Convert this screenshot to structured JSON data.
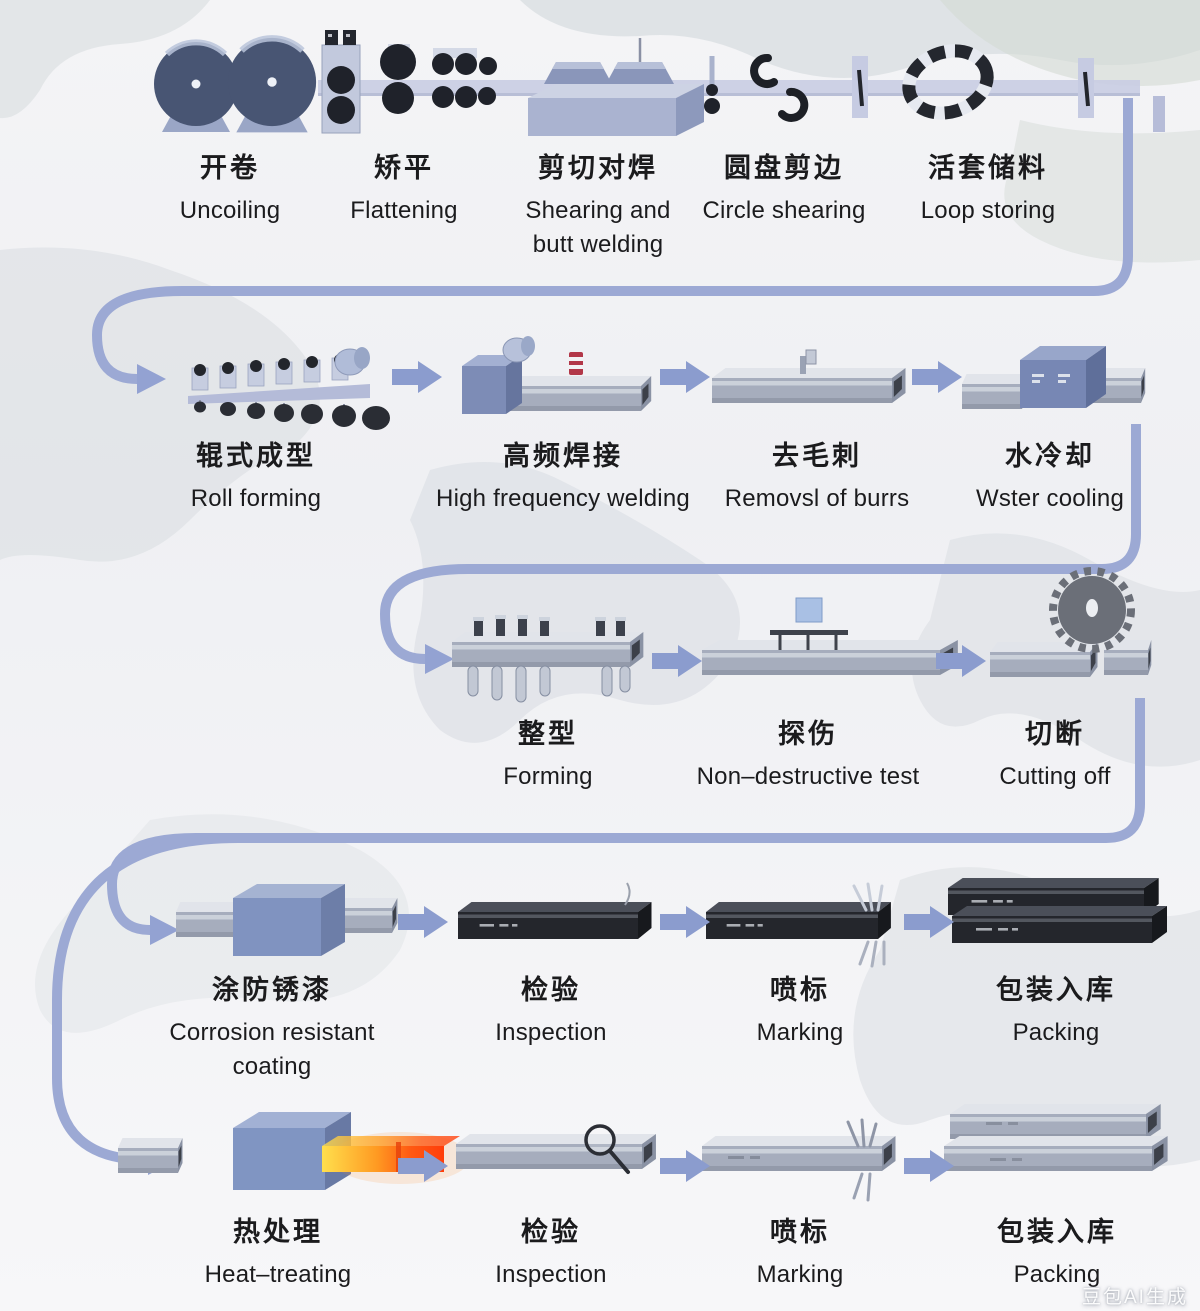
{
  "watermark": "豆包AI生成",
  "colors": {
    "flow_line": "#9ca9d4",
    "block_arrow": "#8b9cce",
    "text": "#1b1b1d",
    "machine_blue": "#8093c0",
    "hot_glow": "#ff5a12"
  },
  "steps": {
    "uncoiling": {
      "zh": "开卷",
      "en": "Uncoiling"
    },
    "flattening": {
      "zh": "矫平",
      "en": "Flattening"
    },
    "shearing_butt_welding": {
      "zh": "剪切对焊",
      "en": "Shearing and butt welding"
    },
    "circle_shearing": {
      "zh": "圆盘剪边",
      "en": "Circle shearing"
    },
    "loop_storing": {
      "zh": "活套储料",
      "en": "Loop storing"
    },
    "roll_forming": {
      "zh": "辊式成型",
      "en": "Roll forming"
    },
    "high_frequency_welding": {
      "zh": "高频焊接",
      "en": "High frequency welding"
    },
    "removal_of_burrs": {
      "zh": "去毛刺",
      "en": "Removsl of burrs"
    },
    "water_cooling": {
      "zh": "水冷却",
      "en": "Wster cooling"
    },
    "forming": {
      "zh": "整型",
      "en": "Forming"
    },
    "ndt": {
      "zh": "探伤",
      "en": "Non–destructive test"
    },
    "cutting_off": {
      "zh": "切断",
      "en": "Cutting off"
    },
    "corrosion_coating": {
      "zh": "涂防锈漆",
      "en": "Corrosion resistant coating"
    },
    "inspection1": {
      "zh": "检验",
      "en": "Inspection"
    },
    "marking1": {
      "zh": "喷标",
      "en": "Marking"
    },
    "packing1": {
      "zh": "包装入库",
      "en": "Packing"
    },
    "heat_treating": {
      "zh": "热处理",
      "en": "Heat–treating"
    },
    "inspection2": {
      "zh": "检验",
      "en": "Inspection"
    },
    "marking2": {
      "zh": "喷标",
      "en": "Marking"
    },
    "packing2": {
      "zh": "包装入库",
      "en": "Packing"
    }
  }
}
